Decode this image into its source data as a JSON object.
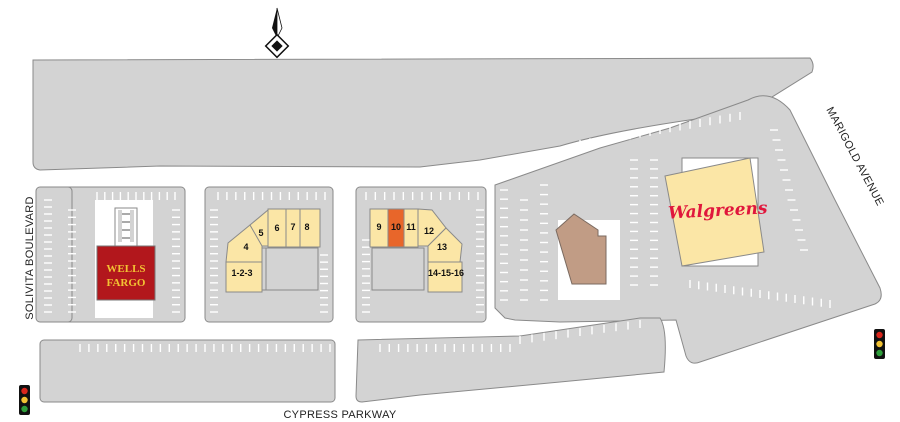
{
  "map": {
    "north_label": "N",
    "streets": {
      "west": "SOLIVITA BOULEVARD",
      "south": "CYPRESS PARKWAY",
      "east": "MARIGOLD AVENUE"
    },
    "tenants": {
      "bank": [
        "WELLS",
        "FARGO"
      ],
      "pharmacy": "Walgreens"
    },
    "units_west": [
      "1-2-3",
      "4",
      "5",
      "6",
      "7",
      "8"
    ],
    "units_east": [
      "9",
      "10",
      "11",
      "12",
      "13",
      "14-15-16"
    ],
    "highlighted_unit": "10",
    "colors": {
      "parking": "#d3d3d3",
      "building": "#fbe6a6",
      "highlight": "#e8662a",
      "bank": "#b2171c",
      "bank_text": "#f2c233",
      "pharmacy_text": "#e0173c",
      "pad": "#c19c85"
    },
    "icons": [
      "compass-rose-icon",
      "traffic-light-icon"
    ]
  }
}
